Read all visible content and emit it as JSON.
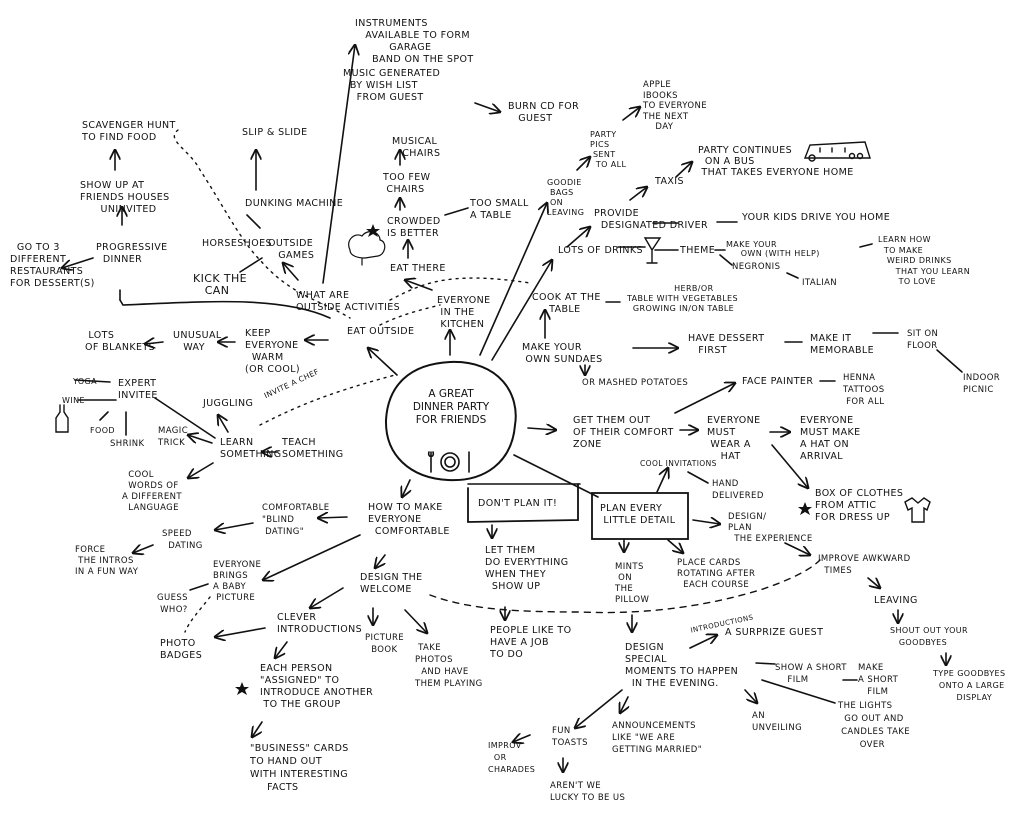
{
  "title": "A GREAT\nDINNER PARTY\nFOR FRIENDS",
  "nodes": {
    "instruments": "INSTRUMENTS\n   AVAILABLE TO FORM\n          GARAGE\n     BAND ON THE SPOT",
    "music": "MUSIC GENERATED\n  BY WISH LIST\n    FROM GUEST",
    "burn_cd": "BURN CD FOR\n   GUEST",
    "scavenger": "SCAVENGER HUNT\nTO FIND FOOD",
    "slip": "SLIP & SLIDE",
    "musical_chairs": "MUSICAL\n   CHAIRS",
    "show_up": "SHOW UP AT\nFRIENDS HOUSES\n      UNINVITED",
    "dunking": "DUNKING MACHINE",
    "too_few": "TOO FEW\n CHAIRS",
    "crowded": "CROWDED\nIS BETTER",
    "too_small": "TOO SMALL\nA TABLE",
    "goto3": "  GO TO 3\nDIFFERENT\nRESTAURANTS\nFOR DESSERT(S)",
    "progressive": "PROGRESSIVE\n  DINNER",
    "horseshoes": "HORSESHOES",
    "outside_games": "OUTSIDE\n   GAMES",
    "kick": "KICK THE\n   CAN",
    "eat_there": "EAT THERE",
    "what_are": "WHAT ARE\nOUTSIDE ACTIVITIES",
    "eat_outside": "EAT OUTSIDE",
    "everyone_kitchen": "EVERYONE\n IN THE\n KITCHEN",
    "lots_blankets": " LOTS\nOF BLANKETS",
    "unusual": "UNUSUAL\n   WAY",
    "keep": "KEEP\nEVERYONE\n  WARM\n(OR COOL)",
    "yoga": "YOGA",
    "wine": "WINE",
    "expert": "EXPERT\nINVITEE",
    "food": "FOOD",
    "shrink": "SHRINK",
    "magic": "MAGIC\nTRICK",
    "juggling": "JUGGLING",
    "invite_chef": "INVITE A CHEF",
    "learn": "LEARN\nSOMETHING",
    "teach": "TEACH\nSOMETHING",
    "cool_words": "  COOL\n  WORDS OF\nA DIFFERENT\n  LANGUAGE",
    "blind_dating": "COMFORTABLE\n\"BLIND\n DATING\"",
    "speed": "SPEED\n  DATING",
    "force": "FORCE\n THE INTROS\nIN A FUN WAY",
    "how_to": "HOW TO MAKE\nEVERYONE\n  COMFORTABLE",
    "baby": "EVERYONE\nBRINGS\nA BABY\n PICTURE",
    "guess": "GUESS\n WHO?",
    "design_welcome": "DESIGN THE\nWELCOME",
    "clever": "CLEVER\nINTRODUCTIONS",
    "photo_badges": "PHOTO\nBADGES",
    "picture_book": "PICTURE\n  BOOK",
    "take_photos": " TAKE\nPHOTOS\n  AND HAVE\nTHEM PLAYING",
    "each_person": "EACH PERSON\n\"ASSIGNED\" TO\nINTRODUCE ANOTHER\n TO THE GROUP",
    "business": "\"BUSINESS\" CARDS\nTO HAND OUT\nWITH INTERESTING\n     FACTS",
    "dont_plan": "DON'T PLAN IT!",
    "let_them": "LET THEM\nDO EVERYTHING\nWHEN THEY\n  SHOW UP",
    "people": "PEOPLE LIKE TO\nHAVE A JOB\nTO DO",
    "plan_every": "PLAN EVERY\n LITTLE DETAIL",
    "mints": "MINTS\n ON\nTHE\nPILLOW",
    "place_cards": "PLACE CARDS\nROTATING AFTER\n  EACH COURSE",
    "design_plan": "DESIGN/\nPLAN\n  THE EXPERIENCE",
    "improve": "IMPROVE AWKWARD\n  TIMES",
    "introductions": "INTRODUCTIONS",
    "leaving": "LEAVING",
    "shout": "SHOUT OUT YOUR\n   GOODBYES",
    "type_goodbyes": "TYPE GOODBYES\n  ONTO A LARGE\n        DISPLAY",
    "design_special": "DESIGN\nSPECIAL\nMOMENTS TO HAPPEN\n  IN THE EVENING.",
    "surprise": "A SURPRIZE GUEST",
    "show_film": "SHOW A SHORT\n    FILM",
    "make_film": "MAKE\nA SHORT\n   FILM",
    "lights": "THE LIGHTS\n  GO OUT AND\n CANDLES TAKE\n       OVER",
    "unveiling": "AN\nUNVEILING",
    "announcements": "ANNOUNCEMENTS\nLIKE \"WE ARE\nGETTING MARRIED\"",
    "fun_toasts": "FUN\nTOASTS",
    "improv": "IMPROV\n  OR\nCHARADES",
    "arent": "AREN'T WE\nLUCKY TO BE US",
    "get_them_out": "GET THEM OUT\nOF THEIR COMFORT\nZONE",
    "everyone_must": "EVERYONE\nMUST\n WEAR A\n    HAT",
    "everyone_make": "EVERYONE\nMUST MAKE\nA HAT ON\nARRIVAL",
    "cool_inv": "COOL INVITATIONS",
    "hand": "HAND\nDELIVERED",
    "box_clothes": "BOX OF CLOTHES\nFROM ATTIC\nFOR DRESS UP",
    "face_painter": "FACE PAINTER",
    "henna": "HENNA\nTATTOOS\n FOR ALL",
    "make_sundaes": "MAKE YOUR\n OWN SUNDAES",
    "mashed": "OR MASHED POTATOES",
    "have_dessert": "HAVE DESSERT\n   FIRST",
    "memorable": "MAKE IT\nMEMORABLE",
    "sit_floor": "SIT ON\nFLOOR",
    "indoor": "INDOOR\nPICNIC",
    "cook": "COOK AT THE\n     TABLE",
    "table_veg": "                HERB/OR\nTABLE WITH VEGETABLES\n  GROWING IN/ON TABLE",
    "lots_drinks": "LOTS OF DRINKS",
    "theme": "THEME",
    "make_own": "MAKE YOUR\n     OWN (WITH HELP)",
    "negronis": "NEGRONIS",
    "italian": "ITALIAN",
    "learn_how": "LEARN HOW\n  TO MAKE\n   WEIRD DRINKS\n      THAT YOU LEARN\n       TO LOVE",
    "provide": "PROVIDE\n  DESIGNATED DRIVER",
    "your_kids": "YOUR KIDS DRIVE YOU HOME",
    "goodie": "GOODIE\n BAGS\n ON\nLEAVING",
    "party_pics": "PARTY\nPICS\n SENT\n  TO ALL",
    "apple": "APPLE\niBOOKS\nTO EVERYONE\nTHE NEXT\n    DAY",
    "taxis": "TAXIS",
    "party_continues": "PARTY CONTINUES\n  ON A BUS\n THAT TAKES EVERYONE HOME"
  }
}
